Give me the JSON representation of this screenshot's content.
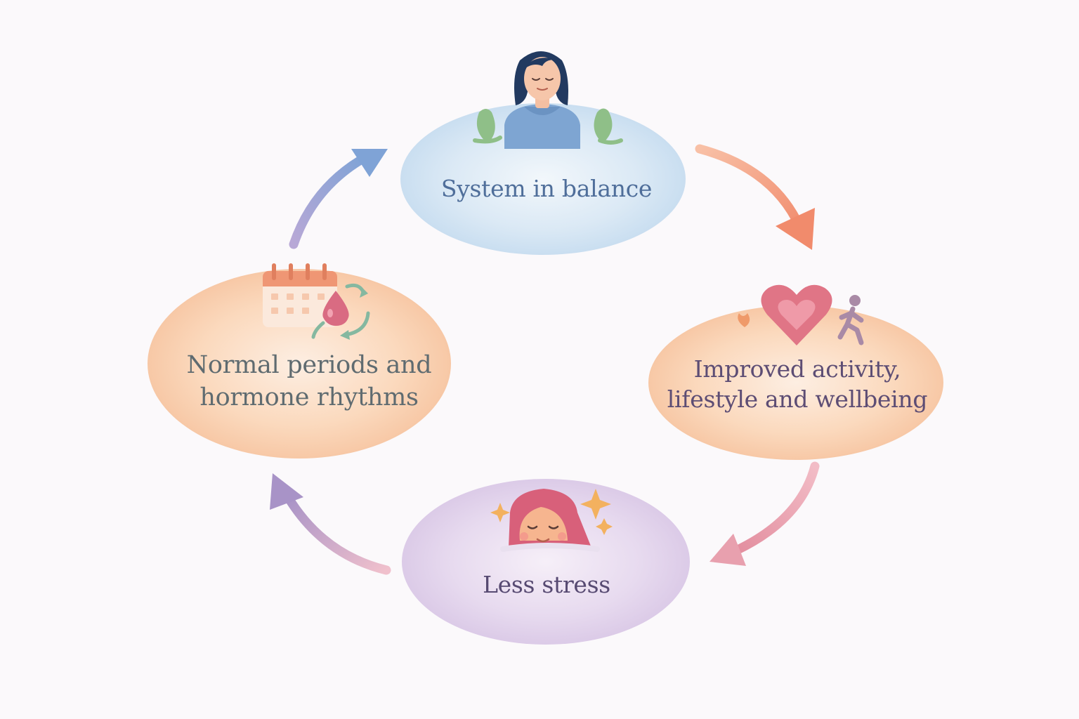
{
  "diagram": {
    "type": "cycle",
    "nodes": [
      {
        "id": "top",
        "label": "System in balance",
        "icon": "woman-meditating-icon"
      },
      {
        "id": "right",
        "label": "Improved activity, lifestyle and wellbeing",
        "label_lines": [
          "Improved activity,",
          "lifestyle and wellbeing"
        ],
        "icon": "heart-activity-icon"
      },
      {
        "id": "bottom",
        "label": "Less stress",
        "icon": "relaxed-face-icon"
      },
      {
        "id": "left",
        "label": "Normal periods and hormone rhythms",
        "label_lines": [
          "Normal periods and",
          "hormone rhythms"
        ],
        "icon": "calendar-cycle-icon"
      }
    ],
    "edges": [
      {
        "from": "top",
        "to": "right",
        "color": "#f29a7e"
      },
      {
        "from": "right",
        "to": "bottom",
        "color": "#e69aa8"
      },
      {
        "from": "bottom",
        "to": "left",
        "color": "#b7a3cc"
      },
      {
        "from": "left",
        "to": "top",
        "color": "#8f9ed0"
      }
    ],
    "colors": {
      "top_bubble": "#cfe2f2",
      "right_bubble": "#f9cda9",
      "bottom_bubble": "#e2d3ea",
      "left_bubble": "#f9cda9"
    }
  }
}
